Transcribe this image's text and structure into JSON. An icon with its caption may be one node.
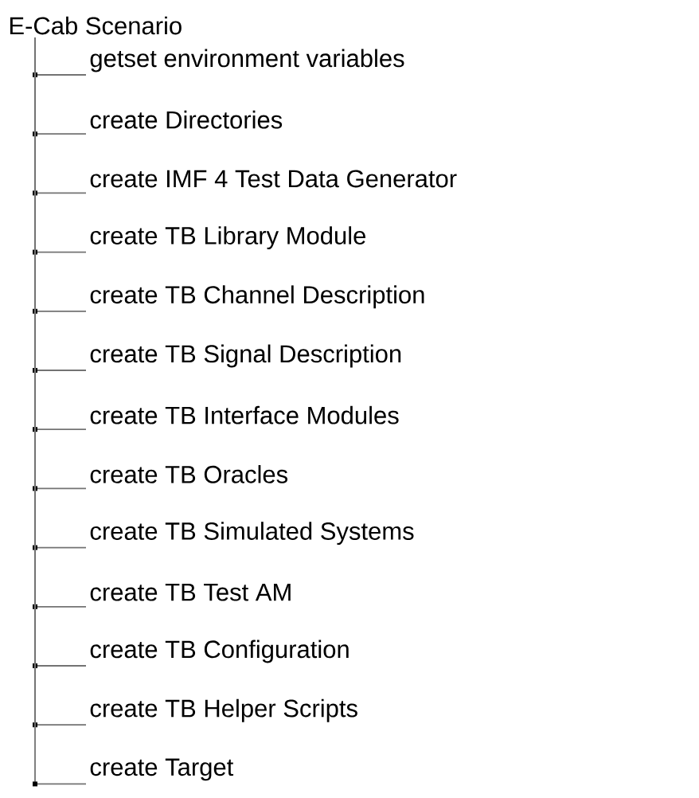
{
  "diagram": {
    "nodes": [
      {
        "text": [
          "E-Cab Scenario"
        ]
      },
      {
        "text": [
          "getset environment variables"
        ]
      },
      {
        "text": [
          "create Directories"
        ]
      },
      {
        "text": [
          "create IMF 4 Test Data Generator"
        ]
      },
      {
        "text": [
          "create TB Library Module"
        ]
      },
      {
        "text": [
          "create TB Channel Description"
        ]
      },
      {
        "text": [
          "create TB Signal Description"
        ]
      },
      {
        "text": [
          "create TB Interface Modules"
        ]
      },
      {
        "text": [
          "create TB Oracles"
        ]
      },
      {
        "text": [
          "create TB Simulated Systems"
        ]
      },
      {
        "text": [
          "create TB Test AM"
        ]
      },
      {
        "text": [
          "create TB Configuration"
        ]
      },
      {
        "text": [
          "create TB Helper Scripts"
        ]
      },
      {
        "text": [
          "create Target"
        ]
      }
    ],
    "edges": [
      {
        "from": 0,
        "to": 1,
        "arrow": "none"
      },
      {
        "from": 0,
        "to": 2,
        "arrow": "none"
      },
      {
        "from": 0,
        "to": 3,
        "arrow": "none"
      },
      {
        "from": 0,
        "to": 4,
        "arrow": "none"
      },
      {
        "from": 0,
        "to": 5,
        "arrow": "none"
      },
      {
        "from": 0,
        "to": 6,
        "arrow": "none"
      },
      {
        "from": 0,
        "to": 7,
        "arrow": "none"
      },
      {
        "from": 0,
        "to": 8,
        "arrow": "none"
      },
      {
        "from": 0,
        "to": 9,
        "arrow": "none"
      },
      {
        "from": 0,
        "to": 10,
        "arrow": "none"
      },
      {
        "from": 0,
        "to": 11,
        "arrow": "none"
      },
      {
        "from": 0,
        "to": 12,
        "arrow": "none"
      },
      {
        "from": 0,
        "to": 13,
        "arrow": "none"
      }
    ]
  }
}
